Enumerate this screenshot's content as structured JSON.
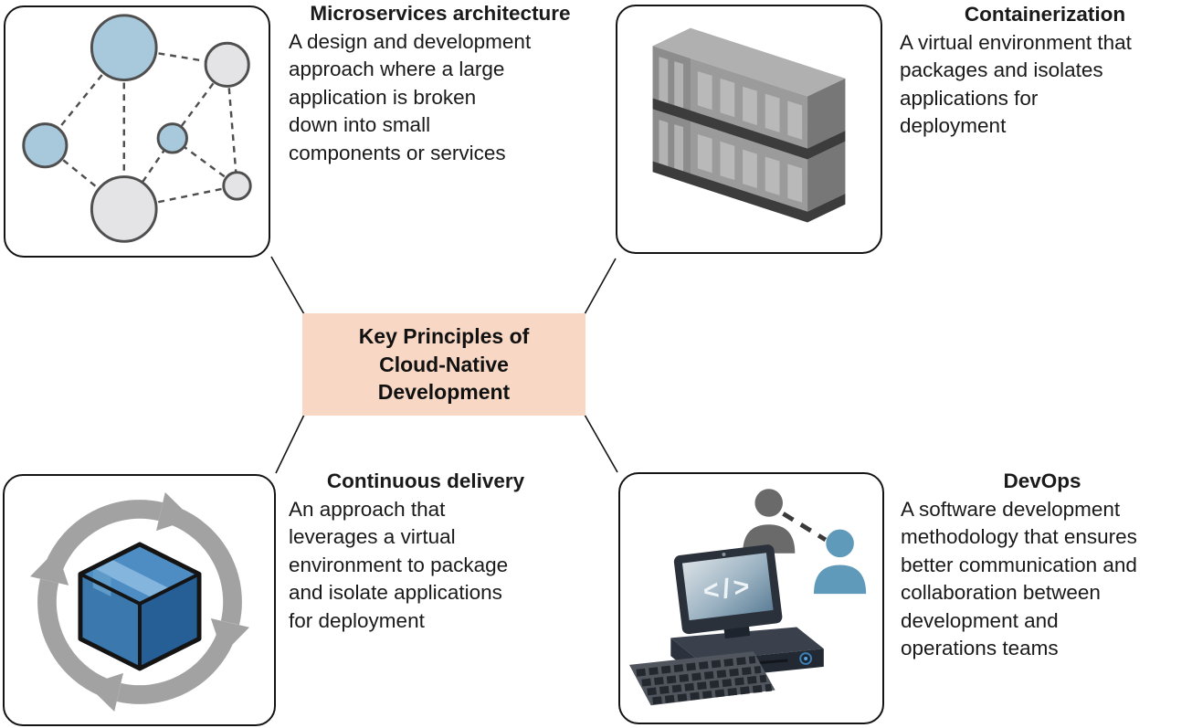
{
  "colors": {
    "background": "#ffffff",
    "box_border": "#141414",
    "center_box_fill": "#f8d8c5",
    "text": "#1a1a1a",
    "node_blue": "#a8c8dc",
    "node_gray": "#e4e4e6",
    "node_stroke": "#4f4f4f",
    "container_gray": "#9b9b9b",
    "arrow_gray": "#a2a2a2",
    "cube_blue_top": "#4e8dc3",
    "cube_blue_left": "#3a78ad",
    "cube_blue_right": "#255f96",
    "person_gray": "#6a6a6a",
    "person_blue": "#5f9aba"
  },
  "center": {
    "title": "Key Principles of\nCloud-Native\nDevelopment"
  },
  "panels": [
    {
      "id": "microservices-architecture",
      "title": "Microservices architecture",
      "description": "A design and development\napproach where a large\napplication is broken\ndown into small\ncomponents or services",
      "icon": "network-nodes-icon"
    },
    {
      "id": "containerization",
      "title": "Containerization",
      "description": "A virtual environment that\npackages and isolates\napplications for\ndeployment",
      "icon": "stacked-containers-icon"
    },
    {
      "id": "continuous-delivery",
      "title": "Continuous delivery",
      "description": "An approach that\nleverages a virtual\nenvironment to package\nand isolate applications\nfor deployment",
      "icon": "cycle-arrows-package-icon"
    },
    {
      "id": "devops",
      "title": "DevOps",
      "description": "A software development\nmethodology that ensures\nbetter communication and\ncollaboration between\ndevelopment and\noperations teams",
      "icon": "computer-collaboration-icon",
      "screen_code": "</>"
    }
  ]
}
